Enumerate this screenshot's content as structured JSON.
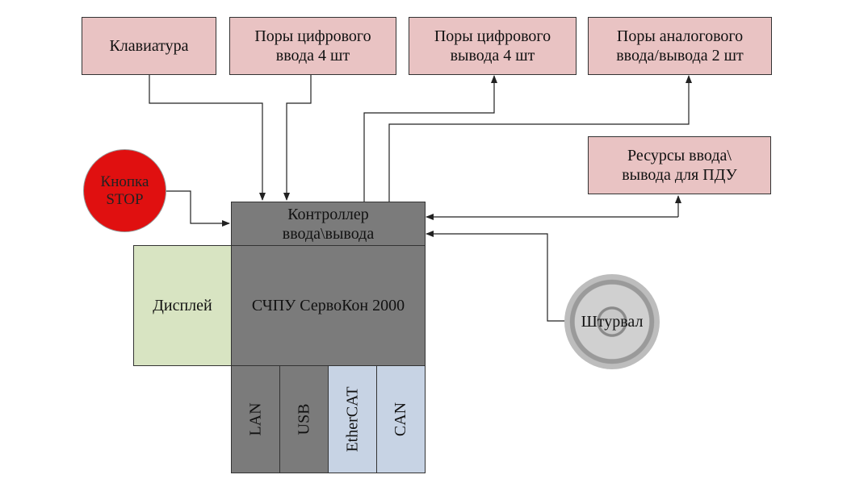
{
  "blocks": {
    "keyboard": "Клавиатура",
    "digital_in_1": "Поры цифрового",
    "digital_in_2": "ввода 4 шт",
    "digital_out_1": "Поры цифрового",
    "digital_out_2": "вывода 4 шт",
    "analog_1": "Поры аналогового",
    "analog_2": "ввода/вывода 2 шт",
    "pdu_1": "Ресурсы ввода\\",
    "pdu_2": "вывода для ПДУ",
    "stop_1": "Кнопка",
    "stop_2": "STOP",
    "controller_1": "Контроллер",
    "controller_2": "ввода\\вывода",
    "display": "Дисплей",
    "cnc": "СЧПУ СервоКон 2000",
    "handwheel": "Штурвал"
  },
  "ports": [
    "LAN",
    "USB",
    "EtherCAT",
    "CAN"
  ],
  "colors": {
    "pink": "#e9c3c3",
    "gray": "#7b7b7b",
    "green": "#d8e4c2",
    "blue": "#c7d3e4",
    "red": "#e01010"
  }
}
